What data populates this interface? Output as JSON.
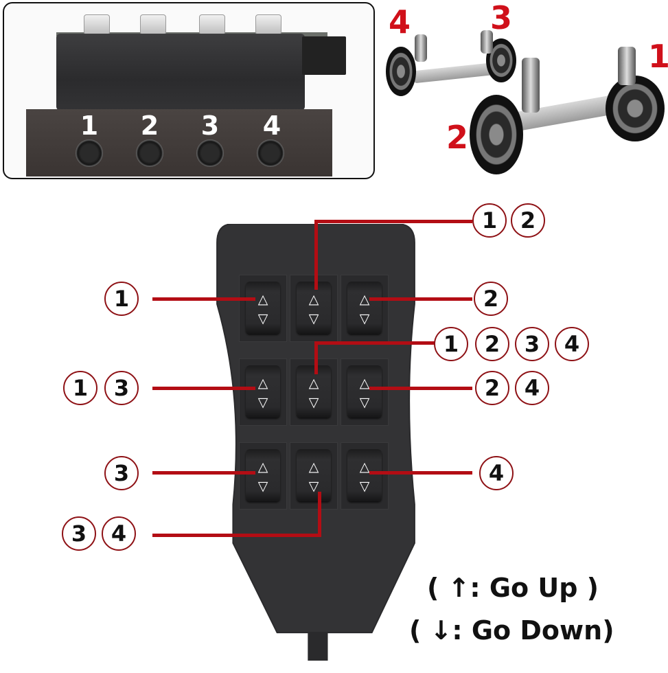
{
  "valve_block": {
    "port_labels": [
      "1",
      "2",
      "3",
      "4"
    ]
  },
  "suspension": {
    "wheel_labels": {
      "front_left": "4",
      "front_right": "3",
      "rear_left": "2",
      "rear_right": "1"
    }
  },
  "remote": {
    "switches": [
      {
        "row": 1,
        "col": 1,
        "up": "△",
        "down": "▽",
        "controls": [
          "1"
        ]
      },
      {
        "row": 1,
        "col": 2,
        "up": "△",
        "down": "▽",
        "controls": [
          "1",
          "2"
        ]
      },
      {
        "row": 1,
        "col": 3,
        "up": "△",
        "down": "▽",
        "controls": [
          "2"
        ]
      },
      {
        "row": 2,
        "col": 1,
        "up": "△",
        "down": "▽",
        "controls": [
          "1",
          "3"
        ]
      },
      {
        "row": 2,
        "col": 2,
        "up": "△",
        "down": "▽",
        "controls": [
          "1",
          "2",
          "3",
          "4"
        ]
      },
      {
        "row": 2,
        "col": 3,
        "up": "△",
        "down": "▽",
        "controls": [
          "2",
          "4"
        ]
      },
      {
        "row": 3,
        "col": 1,
        "up": "△",
        "down": "▽",
        "controls": [
          "3"
        ]
      },
      {
        "row": 3,
        "col": 2,
        "up": "△",
        "down": "▽",
        "controls": [
          "3",
          "4"
        ]
      },
      {
        "row": 3,
        "col": 3,
        "up": "△",
        "down": "▽",
        "controls": [
          "4"
        ]
      }
    ]
  },
  "callouts": {
    "r1c1": [
      "1"
    ],
    "r1c2": [
      "1",
      "2"
    ],
    "r1c3": [
      "2"
    ],
    "r2c1": [
      "1",
      "3"
    ],
    "r2c2": [
      "1",
      "2",
      "3",
      "4"
    ],
    "r2c3": [
      "2",
      "4"
    ],
    "r3c1": [
      "3"
    ],
    "r3c2": [
      "3",
      "4"
    ],
    "r3c3": [
      "4"
    ]
  },
  "legend": {
    "up": "( ↑: Go Up )",
    "down": "( ↓: Go Down)"
  },
  "colors": {
    "accent_red": "#b30d14",
    "circle_border": "#8e1115",
    "label_red": "#d0101a",
    "remote_body": "#333335"
  }
}
